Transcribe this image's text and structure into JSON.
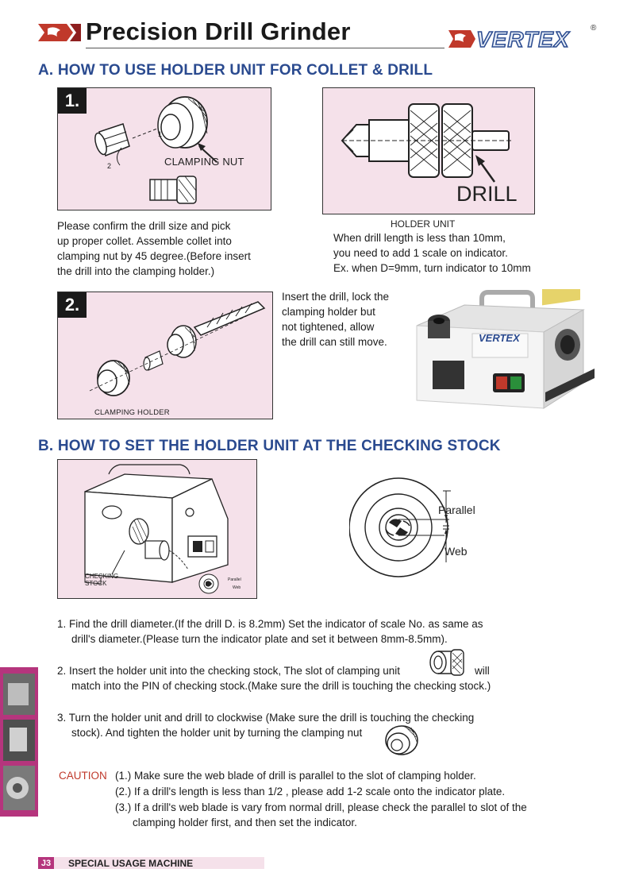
{
  "header": {
    "title": "Precision Drill Grinder",
    "brand": "VERTEX",
    "brand_mark": "®"
  },
  "section_a": {
    "heading": "A. HOW TO USE HOLDER UNIT FOR COLLET & DRILL",
    "step1": {
      "badge": "1.",
      "clamping_nut_label": "CLAMPING NUT",
      "text_lines": [
        "Please confirm the drill size and pick",
        "up proper collet. Assemble collet into",
        "clamping nut by 45 degree.(Before insert",
        "the drill into the clamping holder.)"
      ]
    },
    "holder": {
      "drill_label": "DRILL",
      "caption": "HOLDER UNIT",
      "text_lines": [
        "When drill length is less than 10mm,",
        "you need to add 1 scale on indicator.",
        "Ex. when D=9mm, turn indicator to 10mm"
      ]
    },
    "step2": {
      "badge": "2.",
      "clamping_holder_label": "CLAMPING HOLDER",
      "text_lines": [
        "Insert the drill, lock the",
        "clamping holder but",
        "not tightened, allow",
        "the drill can still move."
      ],
      "machine_brand": "VERTEX"
    }
  },
  "section_b": {
    "heading": "B. HOW TO SET THE HOLDER UNIT AT THE CHECKING STOCK",
    "checking_stock_label_1": "CHECKING",
    "checking_stock_label_2": "STOCK",
    "mini_parallel": "Parallel",
    "mini_web": "Web",
    "parallel_label": "Parallel",
    "web_label": "Web",
    "steps": [
      {
        "line1": "1. Find the drill diameter.(If the drill D. is 8.2mm) Set the indicator of scale No. as same as",
        "line2": "drill's diameter.(Please turn the indicator plate and set it between 8mm-8.5mm)."
      },
      {
        "line1": "2. Insert the holder unit into the checking stock, The slot of clamping unit",
        "line1b": "will",
        "line2": "match into the PIN of checking stock.(Make sure the drill is touching the checking stock.)"
      },
      {
        "line1": "3. Turn the holder unit and drill to clockwise (Make sure the drill is touching the checking",
        "line2": "stock). And tighten the holder unit by turning the clamping nut"
      }
    ],
    "caution": {
      "label": "CAUTION",
      "items": [
        "(1.) Make sure the web blade of drill is parallel to the slot of clamping holder.",
        "(2.) If a drill's length is less than 1/2 , please add 1-2 scale onto the indicator plate.",
        "(3.) If a drill's web blade is vary from normal drill, please check the parallel to slot of the"
      ],
      "item3_cont": "clamping holder first, and then set the indicator."
    }
  },
  "footer": {
    "page": "J3",
    "section": "SPECIAL USAGE MACHINE"
  },
  "colors": {
    "heading_blue": "#2a4a8f",
    "panel_pink": "#f5e1ea",
    "brand_red": "#c0392b",
    "accent_magenta": "#b5357d"
  }
}
